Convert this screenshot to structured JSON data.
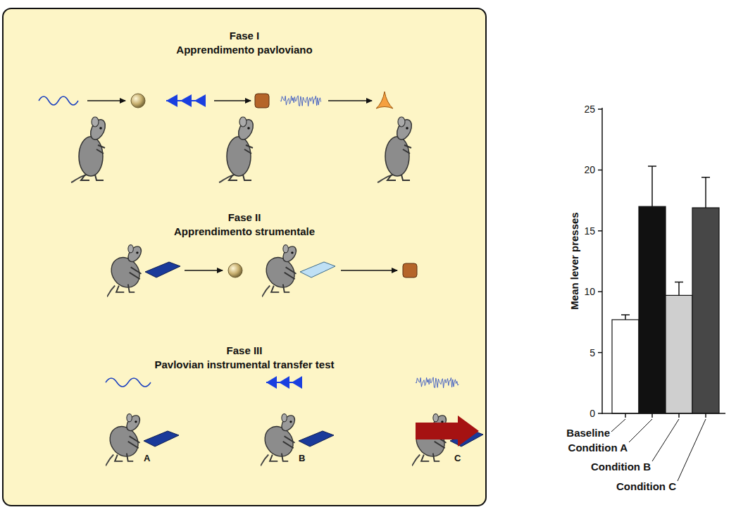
{
  "diagram": {
    "nodes": [
      {
        "text": [
          "Fase I",
          "Apprendimento pavloviano",
          "Fase II",
          "Apprendimento strumentale",
          "Fase III",
          "Pavlovian instrumental transfer test",
          "A",
          "B",
          "C"
        ]
      }
    ],
    "labels": [
      "25",
      "20",
      "15",
      "10",
      "5",
      "0",
      "Mean lever presses",
      "Baseline",
      "Condition A",
      "Condition B",
      "Condition C"
    ]
  }
}
